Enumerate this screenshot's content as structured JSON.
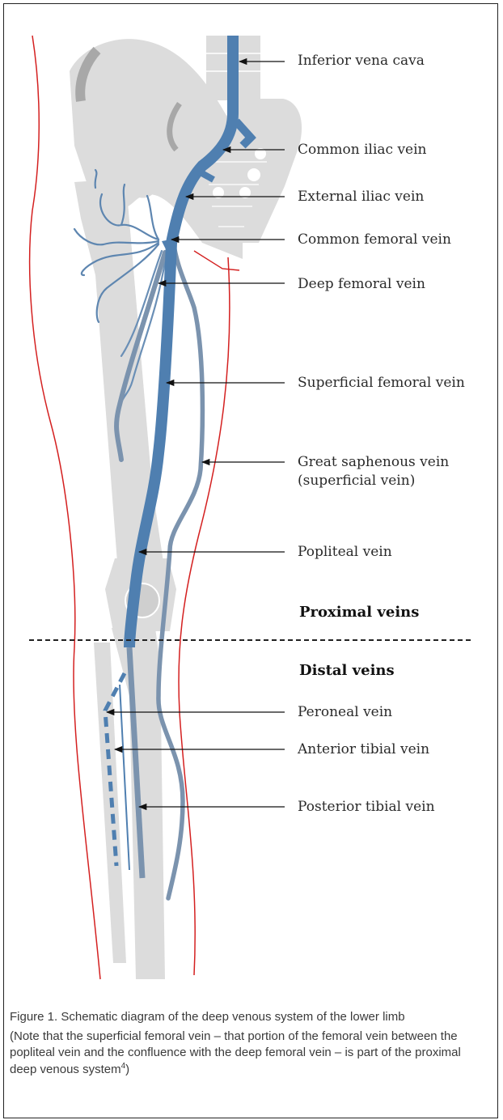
{
  "labels": {
    "ivc": "Inferior vena cava",
    "common_iliac": "Common iliac vein",
    "external_iliac": "External iliac vein",
    "common_femoral": "Common femoral vein",
    "deep_femoral": "Deep femoral vein",
    "superficial_femoral": "Superficial femoral vein",
    "great_saphenous_line1": "Great saphenous vein",
    "great_saphenous_line2": "(superficial vein)",
    "popliteal": "Popliteal vein",
    "peroneal": "Peroneal vein",
    "anterior_tibial": "Anterior tibial vein",
    "posterior_tibial": "Posterior tibial vein"
  },
  "sections": {
    "proximal": "Proximal veins",
    "distal": "Distal veins"
  },
  "caption": {
    "title": "Figure 1. Schematic diagram of the deep venous system of the lower limb",
    "note": "(Note that the superficial femoral vein – that portion of the femoral vein between the popliteal vein and the confluence with the deep femoral vein – is part of the proximal deep venous system",
    "note_ref": "4",
    "note_end": ")"
  },
  "colors": {
    "deep_vein": "#4f7fb0",
    "superficial_vein": "#7b93ae",
    "bone": "#dcdcdc",
    "skin_outline": "#d42020",
    "leader": "#111111"
  }
}
